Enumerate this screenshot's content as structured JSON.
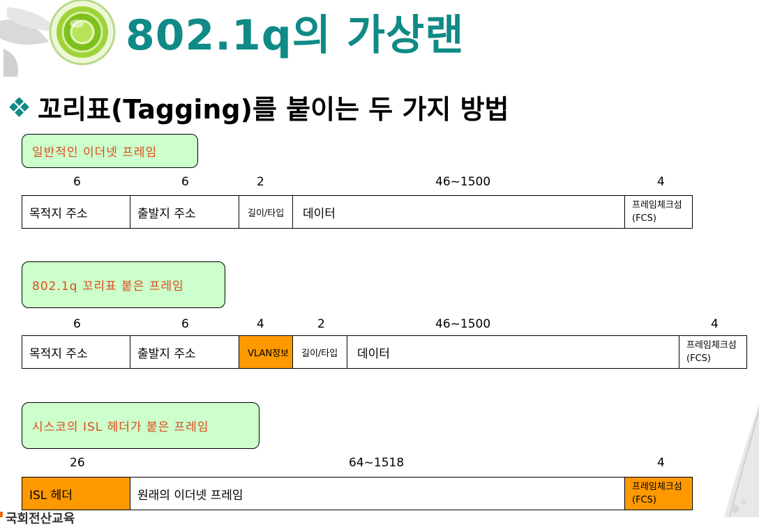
{
  "title": "802.1q의 가상랜",
  "subtitle": "꼬리표(Tagging)를 붙이는 두 가지 방법",
  "colors": {
    "title": "#0f8a86",
    "label_bg": "#ccffcc",
    "label_text": "#e04a1a",
    "highlight": "#ff9900"
  },
  "icons": {
    "bullet": "diamond-bullet-icon",
    "logo": "green-circle-logo-icon"
  },
  "sections": [
    {
      "label": "일반적인 이더넷 프레임",
      "sizes": [
        "6",
        "6",
        "2",
        "46~1500",
        "4"
      ],
      "fields": [
        "목적지 주소",
        "출발지 주소",
        "길이/타입",
        "데이터",
        "프레임체크섬",
        "(FCS)"
      ]
    },
    {
      "label": "802.1q 꼬리표 붙은 프레임",
      "sizes": [
        "6",
        "6",
        "4",
        "2",
        "46~1500",
        "4"
      ],
      "fields": [
        "목적지 주소",
        "출발지 주소",
        "VLAN정보",
        "길이/타입",
        "데이터",
        "프레임체크섬",
        "(FCS)"
      ]
    },
    {
      "label": "시스코의 ISL 헤더가 붙은 프레임",
      "sizes": [
        "26",
        "64~1518",
        "4"
      ],
      "fields": [
        "ISL 헤더",
        "원래의 이더넷 프레임",
        "프레임체크섬",
        "(FCS)"
      ]
    }
  ],
  "footer": "국회전산교육"
}
